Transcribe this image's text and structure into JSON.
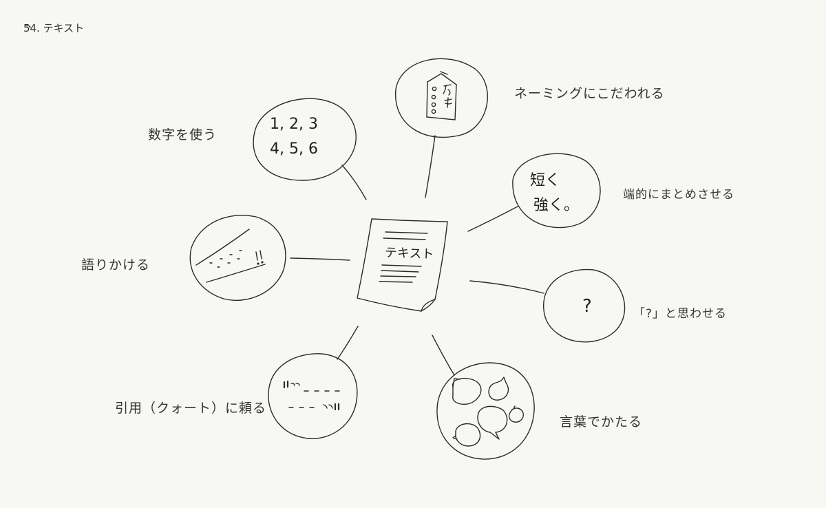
{
  "title": "54. テキスト",
  "center": {
    "label": "テキスト"
  },
  "nodes": {
    "numbers": {
      "label": "数字を使う",
      "line1": "1, 2, 3",
      "line2": "4, 5, 6"
    },
    "naming": {
      "label": "ネーミングにこだわれる",
      "icon": "name-plate-icon"
    },
    "short": {
      "label": "端的にまとめさせる",
      "line1": "短く",
      "line2": "強く。"
    },
    "question": {
      "label": "「?」と思わせる",
      "mark": "?"
    },
    "words": {
      "label": "言葉でかたる",
      "icon": "speech-bubbles-icon"
    },
    "quote": {
      "label": "引用（クォート）に頼る",
      "icon": "quote-marks-icon"
    },
    "talk": {
      "label": "語りかける",
      "icon": "handwriting-line-icon"
    }
  }
}
